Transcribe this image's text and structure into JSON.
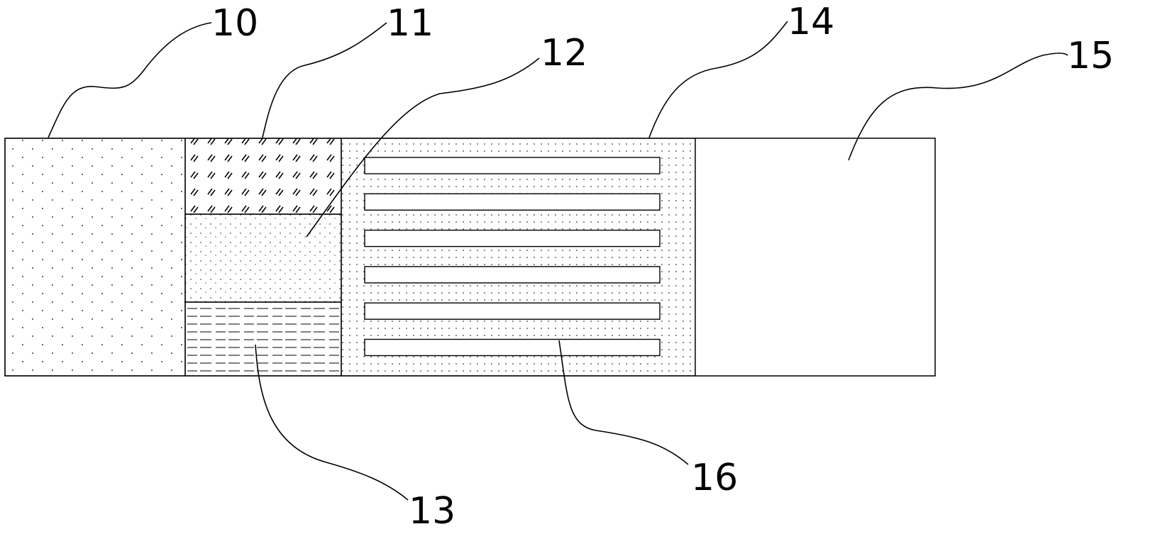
{
  "labels": {
    "l10": "10",
    "l11": "11",
    "l12": "12",
    "l13": "13",
    "l14": "14",
    "l15": "15",
    "l16": "16"
  },
  "slot_count": 6,
  "colors": {
    "line": "#000000",
    "background": "#ffffff"
  }
}
